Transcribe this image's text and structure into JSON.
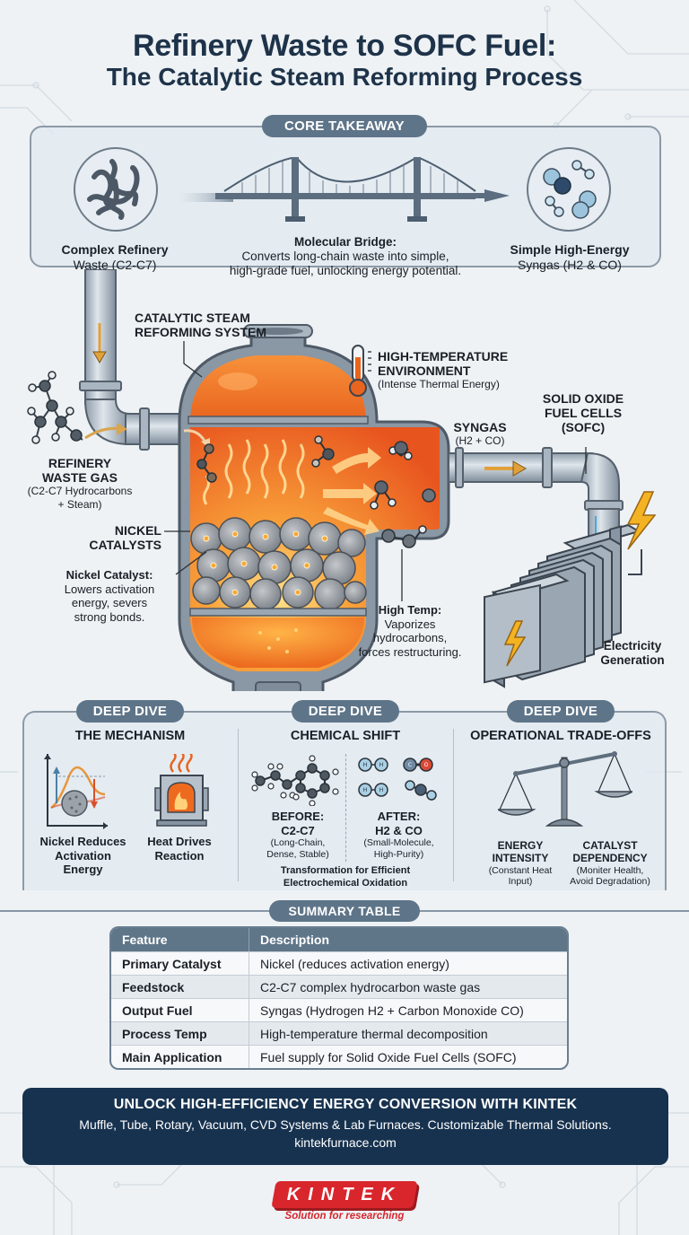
{
  "title": {
    "line1": "Refinery Waste to SOFC Fuel:",
    "line2": "The Catalytic Steam Reforming Process"
  },
  "core_takeaway": {
    "badge": "CORE TAKEAWAY",
    "left": {
      "title": "Complex Refinery",
      "subtitle": "Waste (C2-C7)",
      "icon": "tangled-chains-icon"
    },
    "middle": {
      "title": "Molecular Bridge:",
      "line1": "Converts long-chain waste into simple,",
      "line2": "high-grade fuel, unlocking energy potential.",
      "icon": "suspension-bridge-icon"
    },
    "right": {
      "title": "Simple High-Energy",
      "subtitle": "Syngas (H2 & CO)",
      "icon": "small-molecules-icon"
    }
  },
  "process": {
    "system_label_1": "CATALYTIC STEAM",
    "system_label_2": "REFORMING SYSTEM",
    "temp_label_1": "HIGH-TEMPERATURE",
    "temp_label_2": "ENVIRONMENT",
    "temp_sub": "(Intense Thermal Energy)",
    "feed_label_1": "REFINERY",
    "feed_label_2": "WASTE GAS",
    "feed_sub_1": "(C2-C7 Hydrocarbons",
    "feed_sub_2": "+ Steam)",
    "catalyst_label_1": "NICKEL",
    "catalyst_label_2": "CATALYSTS",
    "catalyst_note_title": "Nickel Catalyst:",
    "catalyst_note_1": "Lowers activation",
    "catalyst_note_2": "energy, severs",
    "catalyst_note_3": "strong bonds.",
    "syngas_label": "SYNGAS",
    "syngas_sub": "(H2 + CO)",
    "sofc_label_1": "SOLID OXIDE",
    "sofc_label_2": "FUEL CELLS",
    "sofc_label_3": "(SOFC)",
    "hightemp_title": "High Temp:",
    "hightemp_1": "Vaporizes",
    "hightemp_2": "hydrocarbons,",
    "hightemp_3": "forces restructuring.",
    "electricity_1": "Electricity",
    "electricity_2": "Generation"
  },
  "deep_dive": {
    "badge": "DEEP DIVE",
    "mechanism": {
      "title": "THE MECHANISM",
      "item1_1": "Nickel Reduces",
      "item1_2": "Activation",
      "item1_3": "Energy",
      "item2_1": "Heat Drives",
      "item2_2": "Reaction"
    },
    "chemical": {
      "title": "CHEMICAL SHIFT",
      "before_label": "BEFORE:",
      "before_formula": "C2-C7",
      "before_desc_1": "(Long-Chain,",
      "before_desc_2": "Dense, Stable)",
      "after_label": "AFTER:",
      "after_formula": "H2 & CO",
      "after_desc_1": "(Small-Molecule,",
      "after_desc_2": "High-Purity)",
      "footer_1": "Transformation for Efficient",
      "footer_2": "Electrochemical Oxidation"
    },
    "tradeoffs": {
      "title": "OPERATIONAL TRADE-OFFS",
      "left_1": "ENERGY",
      "left_2": "INTENSITY",
      "left_3": "(Constant Heat",
      "left_4": "Input)",
      "right_1": "CATALYST",
      "right_2": "DEPENDENCY",
      "right_3": "(Moniter Health,",
      "right_4": "Avoid Degradation)"
    }
  },
  "summary": {
    "badge": "SUMMARY TABLE",
    "headers": [
      "Feature",
      "Description"
    ],
    "rows": [
      [
        "Primary Catalyst",
        "Nickel (reduces activation energy)"
      ],
      [
        "Feedstock",
        "C2-C7 complex hydrocarbon waste gas"
      ],
      [
        "Output Fuel",
        "Syngas (Hydrogen H2 + Carbon Monoxide CO)"
      ],
      [
        "Process Temp",
        "High-temperature thermal decomposition"
      ],
      [
        "Main Application",
        "Fuel supply for Solid Oxide Fuel Cells (SOFC)"
      ]
    ]
  },
  "cta": {
    "headline": "UNLOCK HIGH-EFFICIENCY ENERGY CONVERSION WITH KINTEK",
    "subline": "Muffle, Tube, Rotary, Vacuum, CVD Systems & Lab Furnaces. Customizable Thermal Solutions.",
    "url": "kintekfurnace.com"
  },
  "logo": {
    "name": "KINTEK",
    "tagline": "Solution for researching"
  },
  "colors": {
    "title": "#1e3349",
    "badge": "#5e7488",
    "reactor_orange": "#f07a2a",
    "cta_bg": "#17324f",
    "brand_red": "#d8262c",
    "bolt_yellow": "#f4b322"
  }
}
